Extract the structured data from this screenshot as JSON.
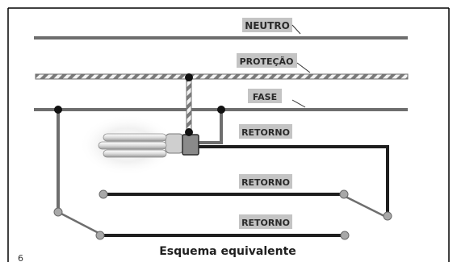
{
  "labels": {
    "neutro": "NEUTRO",
    "protecao": "PROTEÇÃO",
    "fase": "FASE",
    "retorno_1": "RETORNO",
    "retorno_2": "RETORNO",
    "retorno_3": "RETORNO"
  },
  "caption": "Esquema equivalente",
  "page_number": "6",
  "colors": {
    "wire": "#6e6e6e",
    "wire_dark": "#1e1e1e",
    "label_bg": "#c4c4c4",
    "junction": "#111111",
    "terminal": "#a8a8a8",
    "border": "#000000"
  }
}
